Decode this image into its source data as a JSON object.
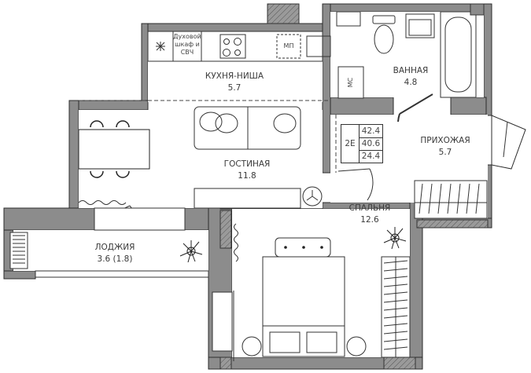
{
  "rooms": {
    "kitchen": {
      "name": "КУХНЯ-НИША",
      "area": "5.7"
    },
    "living": {
      "name": "ГОСТИНАЯ",
      "area": "11.8"
    },
    "bathroom": {
      "name": "ВАННАЯ",
      "area": "4.8"
    },
    "hallway": {
      "name": "ПРИХОЖАЯ",
      "area": "5.7"
    },
    "bedroom": {
      "name": "СПАЛЬНЯ",
      "area": "12.6"
    },
    "loggia": {
      "name": "ЛОДЖИЯ",
      "area": "3.6 (1.8)"
    }
  },
  "fixtures": {
    "oven_line1": "Духовой",
    "oven_line2": "шкаф и",
    "oven_line3": "СВЧ",
    "microwave": "МП",
    "washer": "МС"
  },
  "summary_table": {
    "code": "2Е",
    "total_area": "42.4",
    "area_without_loggia": "40.6",
    "living_area": "24.4"
  },
  "colors": {
    "wall": "#8c8c8c",
    "line": "#2b2b2b"
  }
}
